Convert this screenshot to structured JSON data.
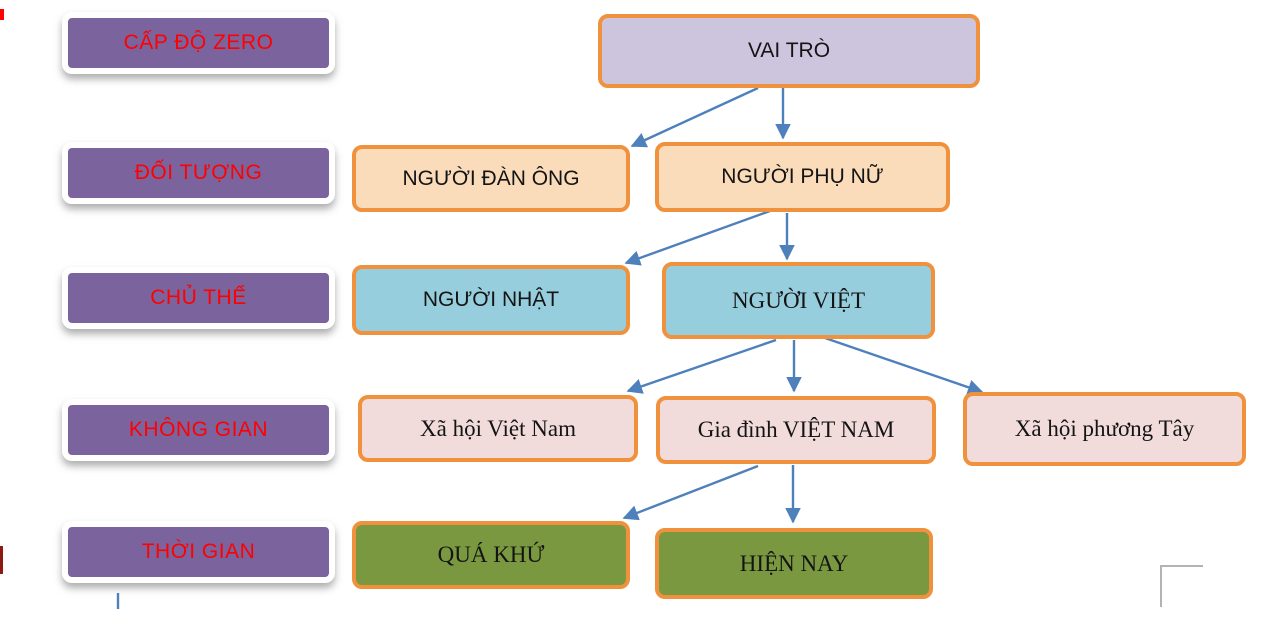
{
  "diagram": {
    "levels": [
      {
        "label": "CẤP ĐỘ ZERO"
      },
      {
        "label": "ĐỐI TƯỢNG"
      },
      {
        "label": "CHỦ THỂ"
      },
      {
        "label": "KHÔNG GIAN"
      },
      {
        "label": "THỜI GIAN"
      }
    ],
    "nodes": {
      "vai_tro": {
        "label": "VAI TRÒ"
      },
      "nguoi_dan_ong": {
        "label": "NGƯỜI ĐÀN ÔNG"
      },
      "nguoi_phu_nu": {
        "label": "NGƯỜI PHỤ NỮ"
      },
      "nguoi_nhat": {
        "label": "NGƯỜI NHẬT"
      },
      "nguoi_viet": {
        "label": "NGƯỜI VIỆT"
      },
      "xa_hoi_viet_nam": {
        "label": "Xã hội Việt Nam"
      },
      "gia_dinh_viet_nam": {
        "label": "Gia đình VIỆT NAM"
      },
      "xa_hoi_phuong_tay": {
        "label": "Xã hội phương Tây"
      },
      "qua_khu": {
        "label": "QUÁ KHỨ"
      },
      "hien_nay": {
        "label": "HIỆN NAY"
      }
    },
    "colors": {
      "level_fill": "#7B639E",
      "level_text": "#FF0000",
      "node_border": "#F0913D",
      "lavender_fill": "#CDC5DE",
      "peach_fill": "#FBDCBA",
      "blue_fill": "#97CEDD",
      "pink_fill": "#F2DCDB",
      "green_fill": "#7A9840",
      "arrow_blue": "#4E80BC"
    }
  }
}
